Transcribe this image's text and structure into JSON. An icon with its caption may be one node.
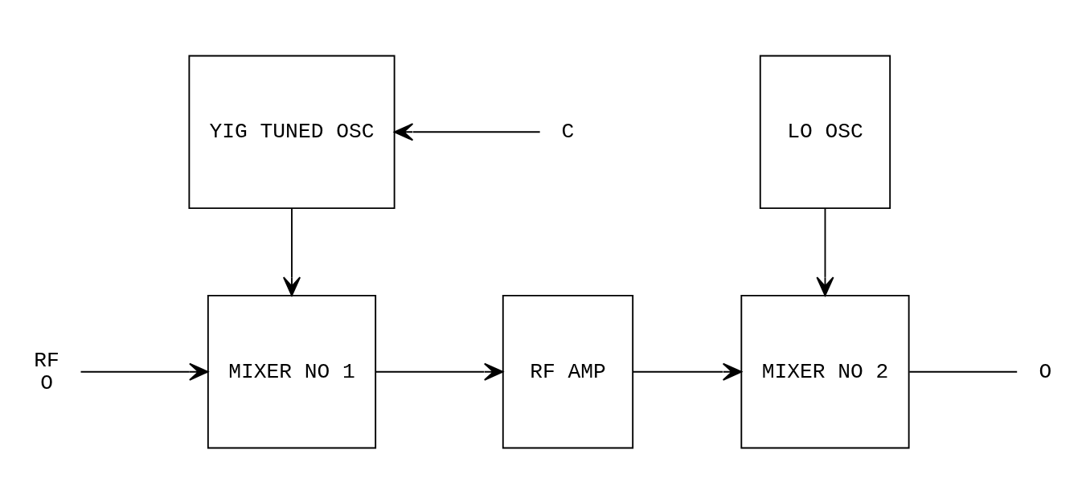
{
  "diagram": {
    "nodes": [
      {
        "text": [
          "RF",
          "O"
        ]
      },
      {
        "text": [
          "MIXER NO 1"
        ]
      },
      {
        "text": [
          "RF AMP"
        ]
      },
      {
        "text": [
          "MIXER NO 2"
        ]
      },
      {
        "text": [
          "O"
        ]
      },
      {
        "text": [
          "YIG TUNED OSC"
        ]
      },
      {
        "text": [
          "C"
        ]
      },
      {
        "text": [
          "LO OSC"
        ]
      }
    ],
    "edges": [
      {
        "from": 0,
        "to": 1,
        "arrow": "to"
      },
      {
        "from": 1,
        "to": 2,
        "arrow": "to"
      },
      {
        "from": 2,
        "to": 3,
        "arrow": "to"
      },
      {
        "from": 3,
        "to": 4,
        "arrow": "none"
      },
      {
        "from": 5,
        "to": 1,
        "arrow": "to"
      },
      {
        "from": 6,
        "to": 5,
        "arrow": "to"
      },
      {
        "from": 7,
        "to": 3,
        "arrow": "to"
      }
    ]
  }
}
